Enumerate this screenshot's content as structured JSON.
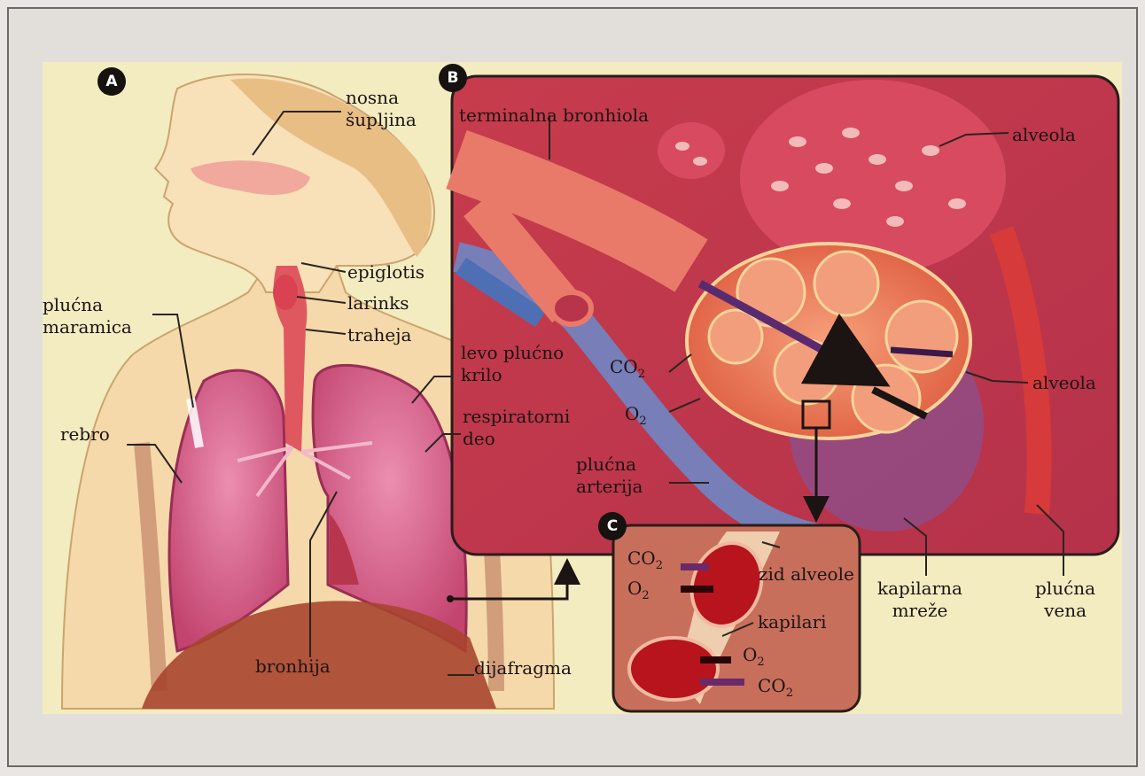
{
  "panels": [
    {
      "badge": "A"
    },
    {
      "badge": "B"
    },
    {
      "badge": "C"
    }
  ],
  "labels": {
    "nosna_supljina": [
      "nosna",
      "šupljina"
    ],
    "epiglotis": "epiglotis",
    "larinks": "larinks",
    "traheja": "traheja",
    "plucna_maramica": [
      "plućna",
      "maramica"
    ],
    "levo_plucno_krilo": [
      "levo plućno",
      "krilo"
    ],
    "respiratorni_deo": [
      "respiratorni",
      "deo"
    ],
    "rebro": "rebro",
    "bronhija": "bronhija",
    "dijafragma": "dijafragma",
    "terminalna_bronhiola": "terminalna bronhiola",
    "alveola_top": "alveola",
    "alveola_mid": "alveola",
    "co2_b": {
      "base": "CO",
      "sub": "2"
    },
    "o2_b": {
      "base": "O",
      "sub": "2"
    },
    "plucna_arterija": [
      "plućna",
      "arterija"
    ],
    "kapilarna_mreze": [
      "kapilarna",
      "mreže"
    ],
    "plucna_vena": [
      "plućna",
      "vena"
    ],
    "co2_c1": {
      "base": "CO",
      "sub": "2"
    },
    "o2_c1": {
      "base": "O",
      "sub": "2"
    },
    "zid_alveole": "zid alveole",
    "kapilari": "kapilari",
    "o2_c2": {
      "base": "O",
      "sub": "2"
    },
    "co2_c2": {
      "base": "CO",
      "sub": "2"
    }
  },
  "colors": {
    "background_paper": "#f3ecc1",
    "lung_pink": "#d24f7d",
    "artery_blue": "#6f86c4",
    "vessel_red": "#d73a3a",
    "alveoli_orange": "#e87c55",
    "co2_arrow": "#7a2f6a",
    "o2_arrow": "#3b0a14"
  }
}
